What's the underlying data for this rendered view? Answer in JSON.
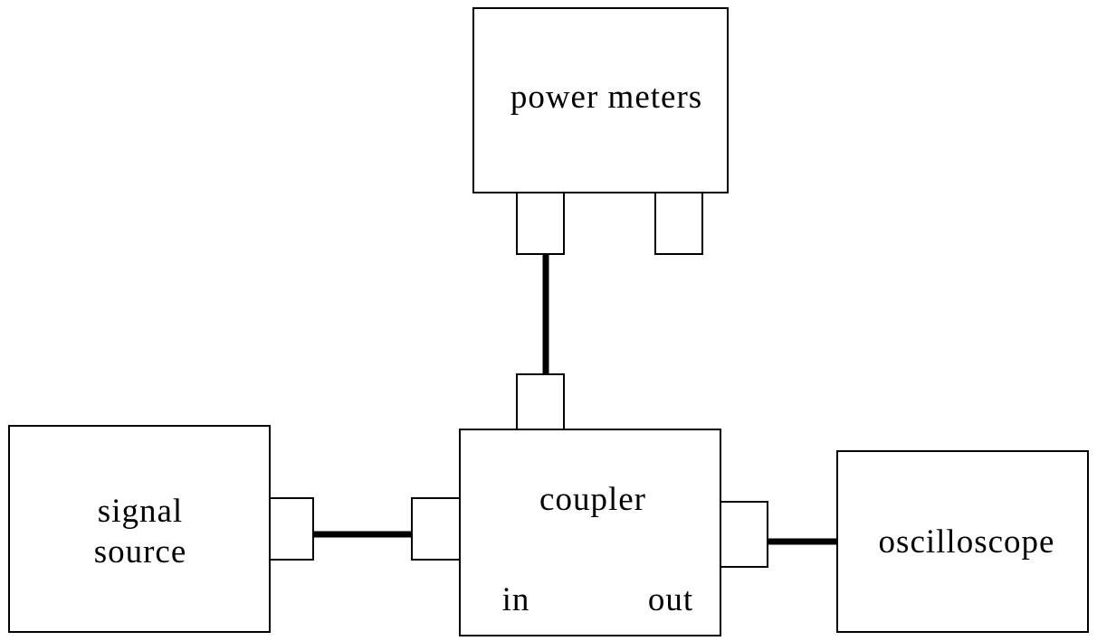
{
  "diagram": {
    "power_meters": {
      "label": "power meters"
    },
    "signal_source": {
      "line1": "signal",
      "line2": "source"
    },
    "coupler": {
      "label": "coupler",
      "in_label": "in",
      "out_label": "out"
    },
    "oscilloscope": {
      "label": "oscilloscope"
    }
  }
}
